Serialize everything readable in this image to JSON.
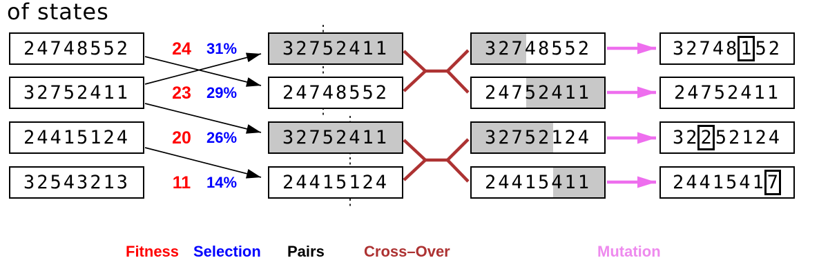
{
  "title": "of states",
  "colors": {
    "fitness": "#ff0000",
    "selection": "#0000ff",
    "pairs": "#000000",
    "crossover": "#ad3232",
    "mutation-arrow": "#ee6eee",
    "mutation-label": "#ee8aee",
    "shade": "#c8c8c8"
  },
  "population": [
    {
      "genome": "24748552",
      "fitness": "24",
      "selection": "31%"
    },
    {
      "genome": "32752411",
      "fitness": "23",
      "selection": "29%"
    },
    {
      "genome": "24415124",
      "fitness": "20",
      "selection": "26%"
    },
    {
      "genome": "32543213",
      "fitness": "11",
      "selection": "14%"
    }
  ],
  "pairs": [
    {
      "genome": "32752411",
      "shaded": true
    },
    {
      "genome": "24748552",
      "shaded": false
    },
    {
      "genome": "32752411",
      "shaded": true
    },
    {
      "genome": "24415124",
      "shaded": false
    }
  ],
  "pair_cuts": [
    {
      "cut_index": 3
    },
    {
      "cut_index": 5
    }
  ],
  "crossover_results": [
    {
      "genome": "32748552",
      "gray_from": 0,
      "gray_to": 3
    },
    {
      "genome": "24752411",
      "gray_from": 3,
      "gray_to": 8
    },
    {
      "genome": "32752124",
      "gray_from": 0,
      "gray_to": 5
    },
    {
      "genome": "24415411",
      "gray_from": 5,
      "gray_to": 8
    }
  ],
  "mutation_results": [
    {
      "genome": "32748152",
      "mutated_index": 5
    },
    {
      "genome": "24752411",
      "mutated_index": -1
    },
    {
      "genome": "32252124",
      "mutated_index": 2
    },
    {
      "genome": "24415417",
      "mutated_index": 7
    }
  ],
  "legend": {
    "fitness": "Fitness",
    "selection": "Selection",
    "pairs": "Pairs",
    "crossover": "Cross–Over",
    "mutation": "Mutation"
  }
}
